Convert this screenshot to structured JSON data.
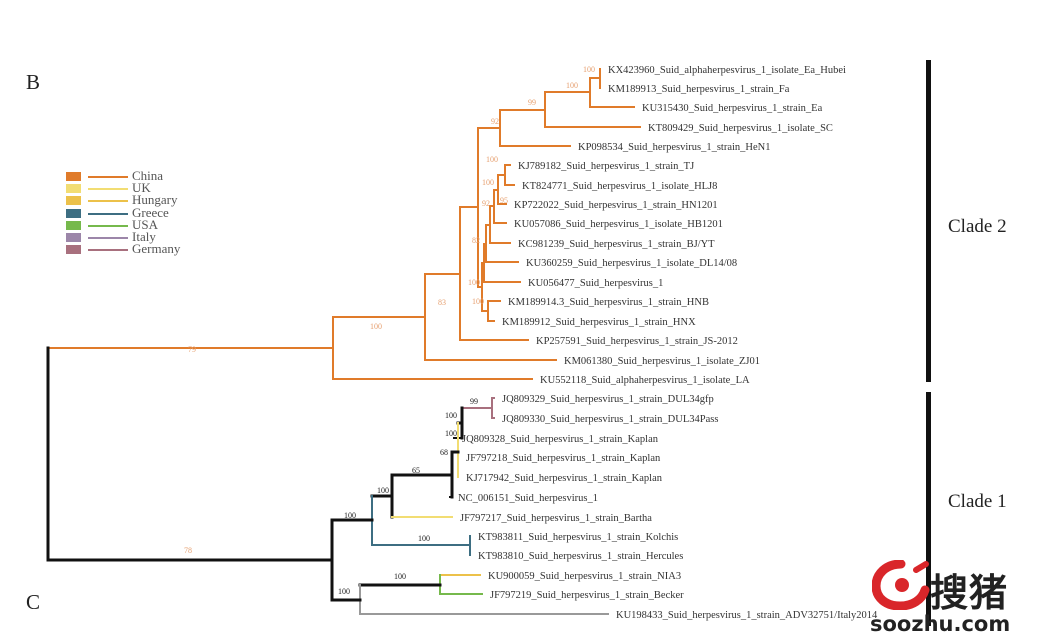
{
  "panels": {
    "b": "B",
    "c": "C"
  },
  "legend": [
    {
      "label": "China",
      "color": "#e07b2a"
    },
    {
      "label": "UK",
      "color": "#f2dd73"
    },
    {
      "label": "Hungary",
      "color": "#ecc14a"
    },
    {
      "label": "Greece",
      "color": "#3d6e82"
    },
    {
      "label": "USA",
      "color": "#76b94c"
    },
    {
      "label": "Italy",
      "color": "#9c86a9"
    },
    {
      "label": "Germany",
      "color": "#a8707e"
    }
  ],
  "clades": {
    "clade2": "Clade 2",
    "clade1": "Clade 1"
  },
  "tree": {
    "colors": {
      "china": "#e07b2a",
      "black": "#111111",
      "germany": "#a8707e",
      "uk": "#f2dd73",
      "hungary": "#ecc14a",
      "greece": "#3d6e82",
      "usa": "#76b94c",
      "italy": "#9c86a9",
      "china_support": "#e6a070",
      "black_support": "#222222"
    },
    "leaves": [
      "KX423960_Suid_alphaherpesvirus_1_isolate_Ea_Hubei",
      "KM189913_Suid_herpesvirus_1_strain_Fa",
      "KU315430_Suid_herpesvirus_1_strain_Ea",
      "KT809429_Suid_herpesvirus_1_isolate_SC",
      "KP098534_Suid_herpesvirus_1_strain_HeN1",
      "KJ789182_Suid_herpesvirus_1_strain_TJ",
      "KT824771_Suid_herpesvirus_1_isolate_HLJ8",
      "KP722022_Suid_herpesvirus_1_strain_HN1201",
      "KU057086_Suid_herpesvirus_1_isolate_HB1201",
      "KC981239_Suid_herpesvirus_1_strain_BJ/YT",
      "KU360259_Suid_herpesvirus_1_isolate_DL14/08",
      "KU056477_Suid_herpesvirus_1",
      "KM189914.3_Suid_herpesvirus_1_strain_HNB",
      "KM189912_Suid_herpesvirus_1_strain_HNX",
      "KP257591_Suid_herpesvirus_1_strain_JS-2012",
      "KM061380_Suid_herpesvirus_1_isolate_ZJ01",
      "KU552118_Suid_alphaherpesvirus_1_isolate_LA",
      "JQ809329_Suid_herpesvirus_1_strain_DUL34gfp",
      "JQ809330_Suid_herpesvirus_1_strain_DUL34Pass",
      "JQ809328_Suid_herpesvirus_1_strain_Kaplan",
      "JF797218_Suid_herpesvirus_1_strain_Kaplan",
      "KJ717942_Suid_herpesvirus_1_strain_Kaplan",
      "NC_006151_Suid_herpesvirus_1",
      "JF797217_Suid_herpesvirus_1_strain_Bartha",
      "KT983811_Suid_herpesvirus_1_strain_Kolchis",
      "KT983810_Suid_herpesvirus_1_strain_Hercules",
      "KU900059_Suid_herpesvirus_1_strain_NIA3",
      "JF797219_Suid_herpesvirus_1_strain_Becker",
      "KU198433_Suid_herpesvirus_1_strain_ADV32751/Italy2014"
    ],
    "support": [
      "100",
      "100",
      "99",
      "92",
      "100",
      "100",
      "95",
      "92",
      "82",
      "100",
      "100",
      "83",
      "100",
      "79",
      "78",
      "99",
      "100",
      "100",
      "68",
      "65",
      "100",
      "100",
      "100",
      "100",
      "100",
      "100",
      "100",
      "100"
    ]
  },
  "watermark": {
    "text_cn": "搜猪",
    "url": "soozhu.com"
  }
}
